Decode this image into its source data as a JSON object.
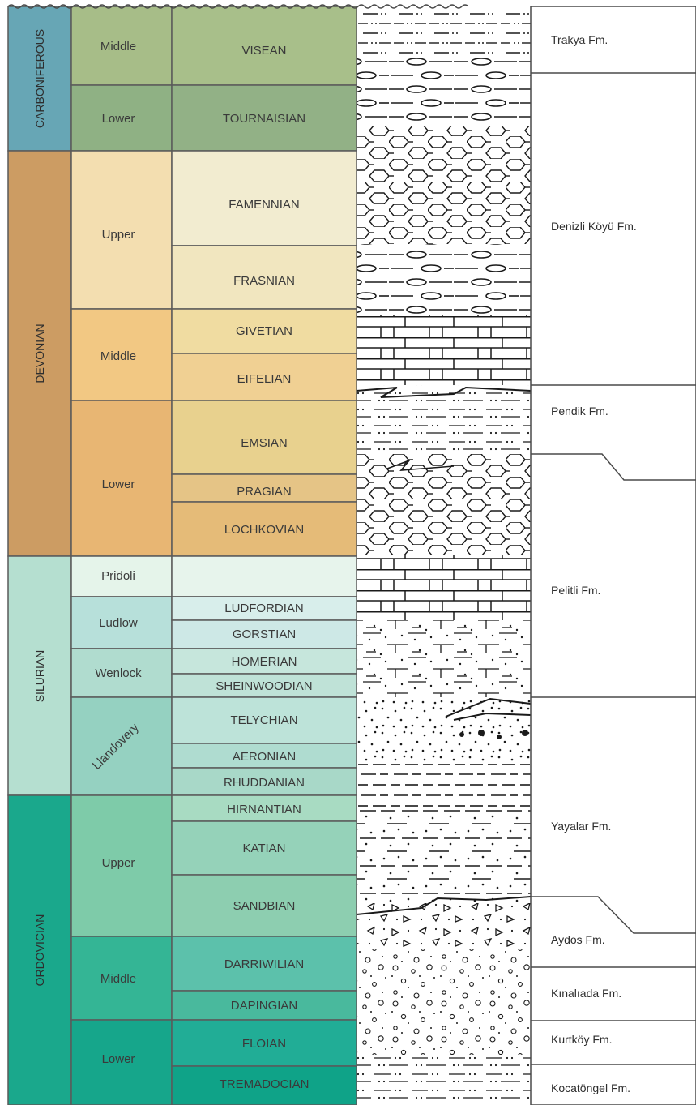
{
  "chart_data": {
    "type": "stratigraphic_column",
    "periods": [
      {
        "name": "CARBONIFEROUS",
        "color": "#67a6b5"
      },
      {
        "name": "DEVONIAN",
        "color": "#cc9c63"
      },
      {
        "name": "SILURIAN",
        "color": "#b5dfd0"
      },
      {
        "name": "ORDOVICIAN",
        "color": "#1aa88c"
      }
    ],
    "epochs": [
      {
        "name": "Middle",
        "color": "#a7bd88"
      },
      {
        "name": "Lower",
        "color": "#8fb184"
      },
      {
        "name": "Upper",
        "color": "#f3deb0"
      },
      {
        "name": "Middle",
        "color": "#f2c883"
      },
      {
        "name": "Lower",
        "color": "#e8b673"
      },
      {
        "name": "Pridoli",
        "color": "#e5f4ea"
      },
      {
        "name": "Ludlow",
        "color": "#b7e0da"
      },
      {
        "name": "Wenlock",
        "color": "#b0dccf"
      },
      {
        "name": "Llandovery",
        "color": "#95d1c1"
      },
      {
        "name": "Upper",
        "color": "#7ecba9"
      },
      {
        "name": "Middle",
        "color": "#34b595"
      },
      {
        "name": "Lower",
        "color": "#16a68b"
      }
    ],
    "stages": [
      {
        "name": "VISEAN",
        "color": "#a8bf8a"
      },
      {
        "name": "TOURNAISIAN",
        "color": "#92b186"
      },
      {
        "name": "FAMENNIAN",
        "color": "#f2ecd0"
      },
      {
        "name": "FRASNIAN",
        "color": "#f1e6bf"
      },
      {
        "name": "GIVETIAN",
        "color": "#f0dca1"
      },
      {
        "name": "EIFELIAN",
        "color": "#f0d093"
      },
      {
        "name": "EMSIAN",
        "color": "#e8d18e"
      },
      {
        "name": "PRAGIAN",
        "color": "#e5c486"
      },
      {
        "name": "LOCHKOVIAN",
        "color": "#e5bb78"
      },
      {
        "name": "",
        "color": "#e7f4ec"
      },
      {
        "name": "LUDFORDIAN",
        "color": "#d8eeeb"
      },
      {
        "name": "GORSTIAN",
        "color": "#cde8e6"
      },
      {
        "name": "HOMERIAN",
        "color": "#c6e6dc"
      },
      {
        "name": "SHEINWOODIAN",
        "color": "#bfe2d7"
      },
      {
        "name": "TELYCHIAN",
        "color": "#bde3d9"
      },
      {
        "name": "AERONIAN",
        "color": "#afdcd0"
      },
      {
        "name": "RHUDDANIAN",
        "color": "#a8d8c8"
      },
      {
        "name": "HIRNANTIAN",
        "color": "#a8dbc2"
      },
      {
        "name": "KATIAN",
        "color": "#95d2b9"
      },
      {
        "name": "SANDBIAN",
        "color": "#8dceb0"
      },
      {
        "name": "DARRIWILIAN",
        "color": "#5cc1ab"
      },
      {
        "name": "DAPINGIAN",
        "color": "#49b99d"
      },
      {
        "name": "FLOIAN",
        "color": "#21ad96"
      },
      {
        "name": "TREMADOCIAN",
        "color": "#0fa388"
      }
    ],
    "formations": [
      "Trakya Fm.",
      "Denizli Köyü Fm.",
      "Pendik Fm.",
      "Pelitli Fm.",
      "Yayalar Fm.",
      "Aydos Fm.",
      "Kınalıada Fm.",
      "Kurtköy Fm.",
      "Kocatöngel Fm."
    ]
  }
}
